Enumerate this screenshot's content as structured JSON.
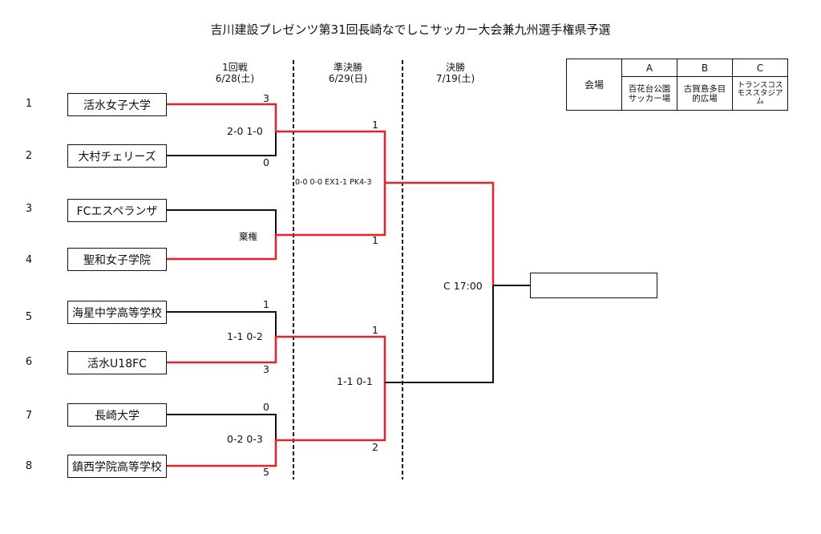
{
  "title": "吉川建設プレゼンツ第31回長崎なでしこサッカー大会兼九州選手権県予選",
  "rounds": [
    {
      "name": "1回戦",
      "date": "6/28(土)"
    },
    {
      "name": "準決勝",
      "date": "6/29(日)"
    },
    {
      "name": "決勝",
      "date": "7/19(土)"
    }
  ],
  "teams": [
    {
      "seed": "1",
      "name": "活水女子大学"
    },
    {
      "seed": "2",
      "name": "大村チェリーズ"
    },
    {
      "seed": "3",
      "name": "FCエスペランザ"
    },
    {
      "seed": "4",
      "name": "聖和女子学院"
    },
    {
      "seed": "5",
      "name": "海星中学高等学校"
    },
    {
      "seed": "6",
      "name": "活水U18FC"
    },
    {
      "seed": "7",
      "name": "長崎大学"
    },
    {
      "seed": "8",
      "name": "鎮西学院高等学校"
    }
  ],
  "round1": [
    {
      "top_score": "3",
      "bottom_score": "0",
      "detail": "2-0 1-0"
    },
    {
      "top_score": "",
      "bottom_score": "",
      "detail": "棄権"
    },
    {
      "top_score": "1",
      "bottom_score": "3",
      "detail": "1-1 0-2"
    },
    {
      "top_score": "0",
      "bottom_score": "5",
      "detail": "0-2 0-3"
    }
  ],
  "semis": [
    {
      "top_score": "1",
      "bottom_score": "1",
      "detail": "0-0 0-0 EX1-1 PK4-3"
    },
    {
      "top_score": "1",
      "bottom_score": "2",
      "detail": "1-1 0-1"
    }
  ],
  "final": {
    "detail": "C 17:00",
    "winner": ""
  },
  "venue": {
    "header": "会場",
    "columns": [
      {
        "code": "A",
        "name": "百花台公園サッカー場"
      },
      {
        "code": "B",
        "name": "古賀島多目的広場"
      },
      {
        "code": "C",
        "name": "トランスコスモススタジアム"
      }
    ]
  },
  "colors": {
    "winner_line": "#e8202a",
    "line": "#111111"
  }
}
